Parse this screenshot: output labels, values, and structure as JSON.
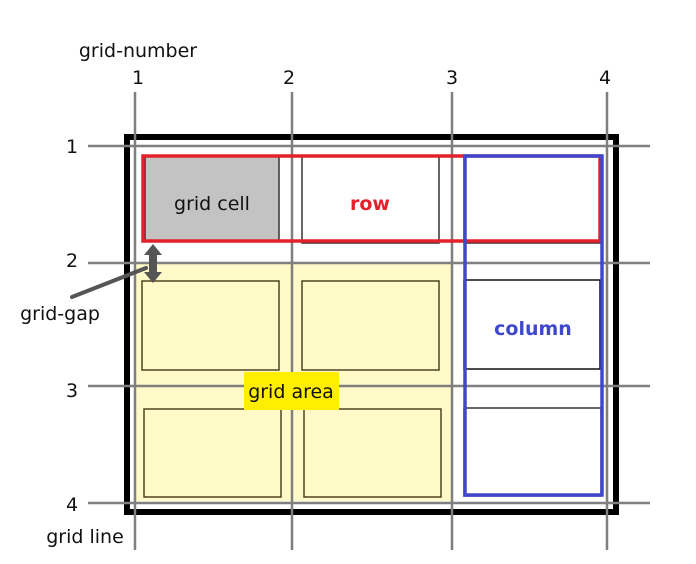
{
  "labels": {
    "grid_number": "grid-number",
    "grid_line": "grid line",
    "grid_gap": "grid-gap",
    "grid_cell": "grid cell",
    "row": "row",
    "column": "column",
    "grid_area": "grid area"
  },
  "column_numbers": [
    "1",
    "2",
    "3",
    "4"
  ],
  "row_numbers": [
    "1",
    "2",
    "3",
    "4"
  ],
  "colors": {
    "container_border": "#000000",
    "grid_line": "#7f7f7f",
    "cell_border": "#333333",
    "cell_fill": "#ffffff",
    "grid_cell_fill": "#c3c3c3",
    "area_fill": "#fffac8",
    "area_label_bg": "#ffee00",
    "row_highlight": "#e3212b",
    "column_highlight": "#3f48cc",
    "arrow": "#555555"
  }
}
